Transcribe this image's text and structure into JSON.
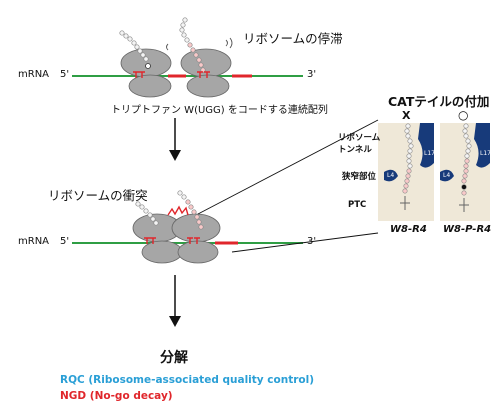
{
  "diagram": {
    "stall_title": "リボソームの停滞",
    "mrna_label_top": "mRNA",
    "five_prime_top": "5'",
    "three_prime_top": "3'",
    "tryptophan_caption": "トリプトファン W(UGG) をコードする連続配列",
    "collision_title": "リボソームの衝突",
    "mrna_label_bottom": "mRNA",
    "five_prime_bottom": "5'",
    "three_prime_bottom": "3'",
    "degradation_label": "分解",
    "rqc_label": "RQC (Ribosome-associated quality control)",
    "ngd_label": "NGD (No-go decay)",
    "colors": {
      "rqc": "#2a9fd6",
      "ngd": "#e0262b",
      "mrna": "#2f9e44",
      "ribosome": "#a6a6a6",
      "protein": "#173a7a"
    }
  },
  "inset": {
    "title": "CATテイルの付加",
    "left_mark": "X",
    "right_mark": "○",
    "tunnel_label_line1": "リボソーム",
    "tunnel_label_line2": "トンネル",
    "constriction_label": "狭窄部位",
    "ptc_label": "PTC",
    "protein_left": "L4",
    "protein_right": "L17",
    "protein_left_b": "L4",
    "protein_right_b": "L17",
    "left_caption": "W8-R4",
    "right_caption": "W8-P-R4"
  }
}
